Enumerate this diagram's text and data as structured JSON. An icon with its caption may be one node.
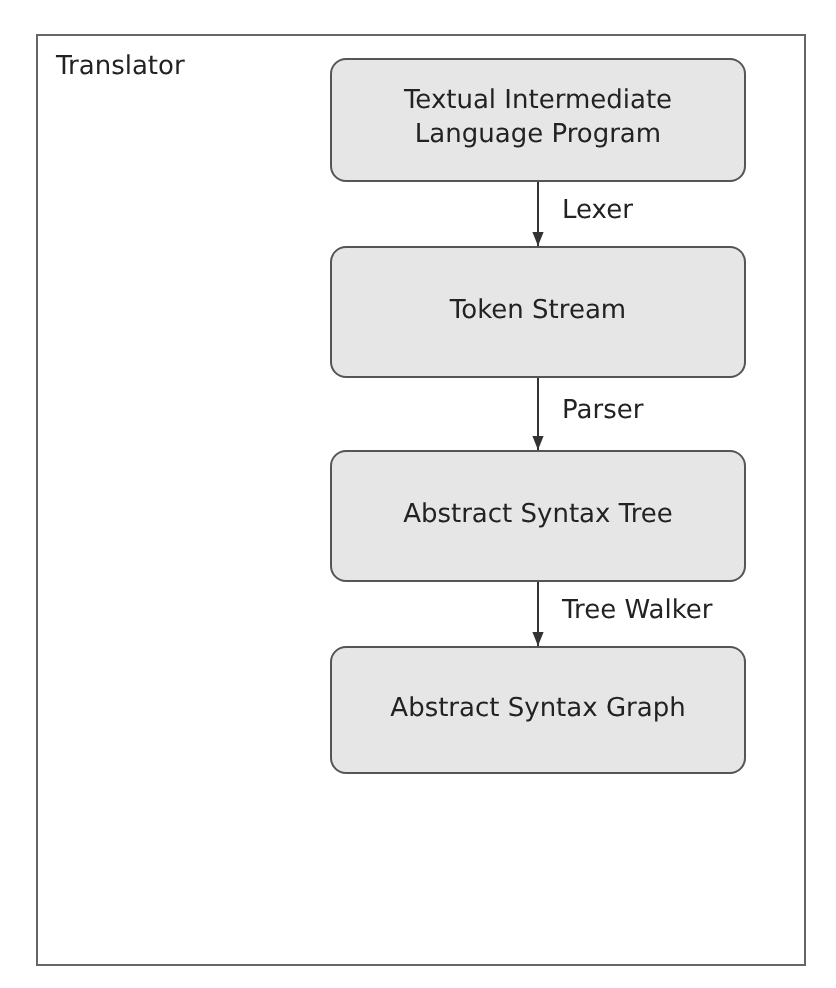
{
  "diagram": {
    "nodes": [
      {
        "text": [
          "Translator"
        ]
      },
      {
        "text": [
          "Textual Intermediate Language Program"
        ],
        "in": 0
      },
      {
        "text": [
          "Token Stream"
        ],
        "in": 0
      },
      {
        "text": [
          "Abstract Syntax Tree"
        ],
        "in": 0
      },
      {
        "text": [
          "Abstract Syntax Graph"
        ],
        "in": 0
      }
    ],
    "edges": [
      {
        "from": 1,
        "to": 2,
        "arrow": "to",
        "label": "Lexer"
      },
      {
        "from": 2,
        "to": 3,
        "arrow": "to",
        "label": "Parser"
      },
      {
        "from": 3,
        "to": 4,
        "arrow": "to",
        "label": "Tree Walker"
      }
    ]
  }
}
